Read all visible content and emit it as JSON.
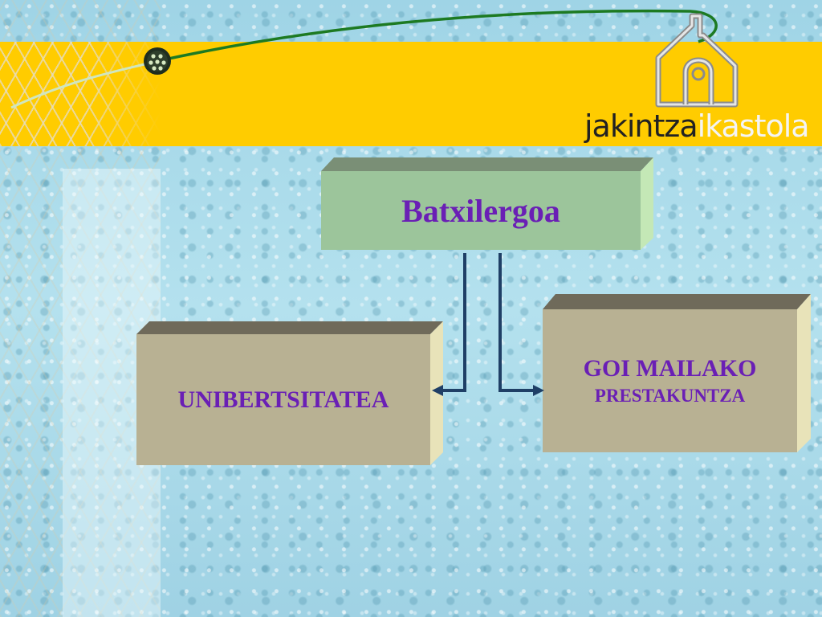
{
  "brand": {
    "part1": "jakintza",
    "part2": "ikastola"
  },
  "diagram": {
    "top": "Batxilergoa",
    "left": "UNIBERTSITATEA",
    "right_line1": "GOI MAILAKO",
    "right_line2": "PRESTAKUNTZA"
  },
  "colors": {
    "banner": "#ffcc00",
    "top_box": "#9cc59b",
    "side_boxes": "#b8b193",
    "text": "#6a1fb5",
    "connector": "#1f3f66"
  },
  "icons": [
    "house-logo-icon",
    "ball-icon",
    "arrow-left-icon",
    "arrow-right-icon"
  ]
}
